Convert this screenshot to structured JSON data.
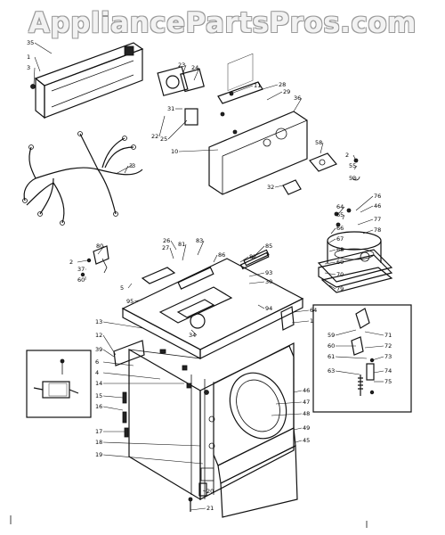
{
  "watermark": "AppliancePartsPros.com",
  "callouts": [
    "35",
    "1",
    "3",
    "23",
    "24",
    "11",
    "28",
    "29",
    "36",
    "22",
    "31",
    "25",
    "10",
    "32",
    "2",
    "55",
    "53",
    "3",
    "58",
    "64",
    "76",
    "65",
    "46",
    "66",
    "77",
    "67",
    "78",
    "68",
    "69",
    "70",
    "79",
    "2",
    "37",
    "60",
    "80",
    "26",
    "81",
    "27",
    "83",
    "86",
    "82",
    "85",
    "93",
    "30",
    "5",
    "95",
    "94",
    "34",
    "64",
    "1",
    "13",
    "12",
    "39",
    "6",
    "4",
    "14",
    "15",
    "16",
    "17",
    "18",
    "19",
    "20",
    "21",
    "46",
    "47",
    "48",
    "49",
    "45",
    "59",
    "71",
    "60",
    "72",
    "61",
    "73",
    "63",
    "74",
    "75",
    "3"
  ]
}
